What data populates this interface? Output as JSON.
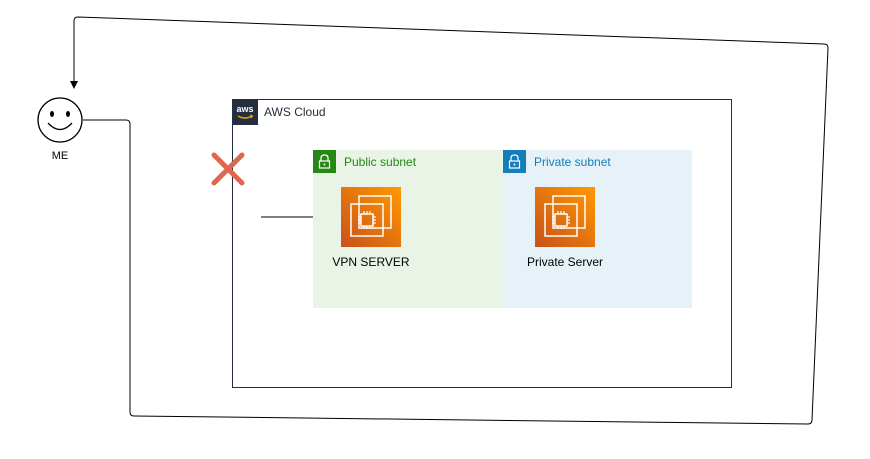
{
  "aws_cloud": {
    "title": "AWS Cloud"
  },
  "public_subnet": {
    "title": "Public subnet"
  },
  "private_subnet": {
    "title": "Private subnet"
  },
  "nodes": {
    "vpn_server": {
      "label": "VPN SERVER"
    },
    "private_server": {
      "label": "Private Server"
    },
    "user": {
      "label": "ME"
    }
  },
  "colors": {
    "aws_dark": "#232f3e",
    "public_green": "#248814",
    "private_blue": "#147eba",
    "ec2_orange": "#ff9900",
    "blocked_red": "#e0664e"
  },
  "icons": {
    "aws_logo": "aws-logo-icon",
    "lock": "lock-icon",
    "ec2_instance": "ec2-instance-icon",
    "user": "smiley-user-icon",
    "blocked": "x-mark-icon"
  }
}
